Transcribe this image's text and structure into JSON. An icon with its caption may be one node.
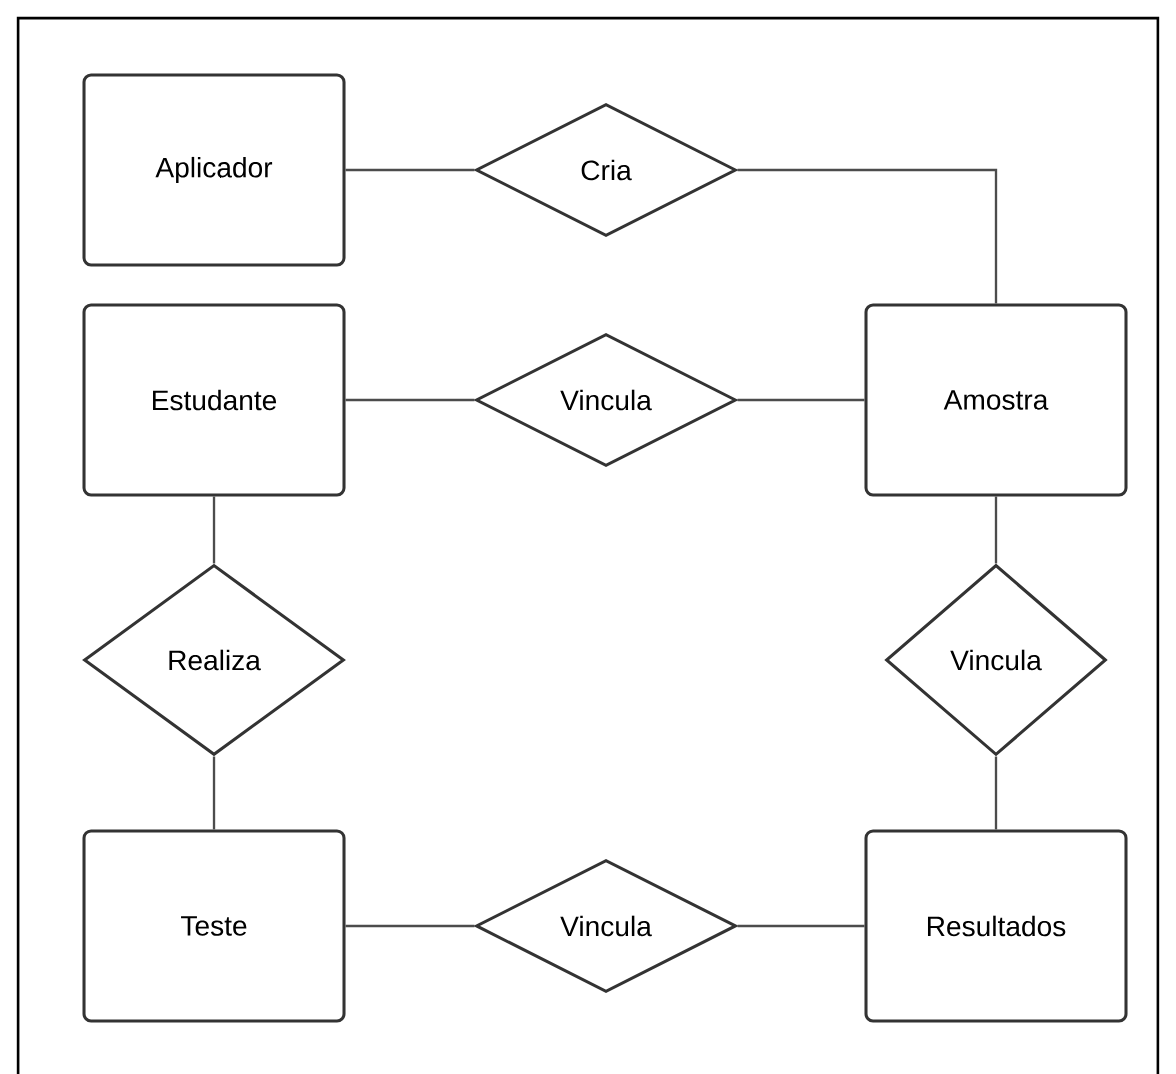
{
  "diagram": {
    "nodes": [
      {
        "text": [
          "Aplicador"
        ]
      },
      {
        "text": [
          "Cria"
        ]
      },
      {
        "text": [
          "Estudante"
        ]
      },
      {
        "text": [
          "Vincula"
        ]
      },
      {
        "text": [
          "Amostra"
        ]
      },
      {
        "text": [
          "Realiza"
        ]
      },
      {
        "text": [
          "Vincula"
        ]
      },
      {
        "text": [
          "Teste"
        ]
      },
      {
        "text": [
          "Vincula"
        ]
      },
      {
        "text": [
          "Resultados"
        ]
      }
    ],
    "edges": [
      {
        "from": 0,
        "to": 1,
        "arrow": "none"
      },
      {
        "from": 1,
        "to": 4,
        "arrow": "none"
      },
      {
        "from": 2,
        "to": 3,
        "arrow": "none"
      },
      {
        "from": 3,
        "to": 4,
        "arrow": "none"
      },
      {
        "from": 2,
        "to": 5,
        "arrow": "none"
      },
      {
        "from": 5,
        "to": 7,
        "arrow": "none"
      },
      {
        "from": 4,
        "to": 6,
        "arrow": "none"
      },
      {
        "from": 6,
        "to": 9,
        "arrow": "none"
      },
      {
        "from": 7,
        "to": 8,
        "arrow": "none"
      },
      {
        "from": 8,
        "to": 9,
        "arrow": "none"
      }
    ]
  }
}
